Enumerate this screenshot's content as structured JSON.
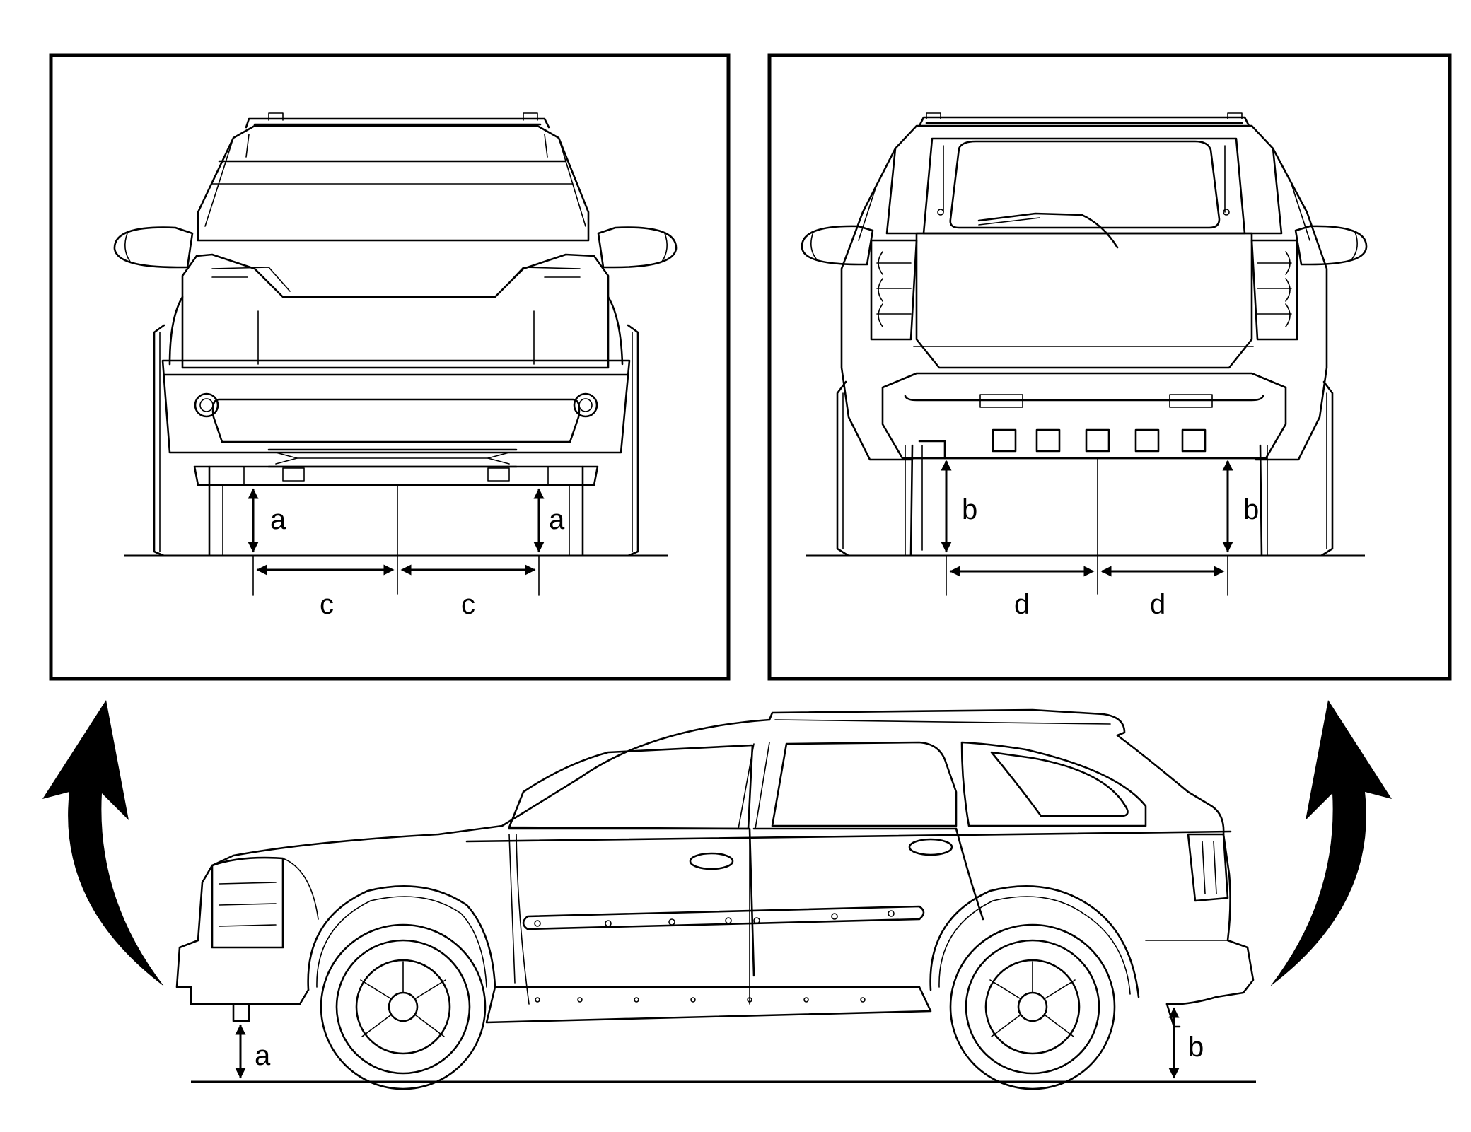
{
  "labels": {
    "front_left_height": "a",
    "front_right_height": "a",
    "front_left_half_width": "c",
    "front_right_half_width": "c",
    "rear_left_height": "b",
    "rear_right_height": "b",
    "rear_left_half_width": "d",
    "rear_right_half_width": "d",
    "side_front_height": "a",
    "side_rear_height": "b"
  },
  "icons": {
    "left_arrow": "curved-arrow-up-icon",
    "right_arrow": "curved-arrow-up-icon"
  },
  "colors": {
    "line": "#000000",
    "background": "#ffffff"
  }
}
